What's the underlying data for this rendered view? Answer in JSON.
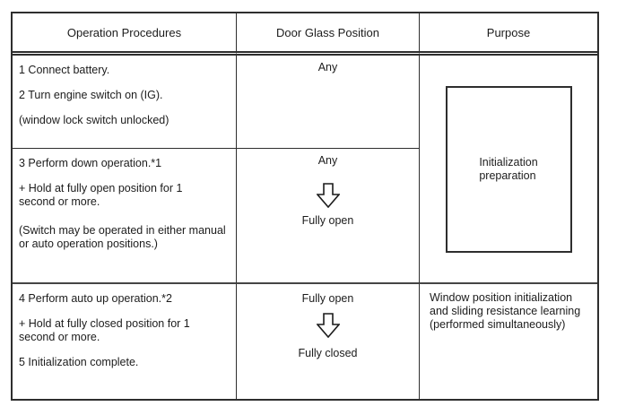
{
  "table": {
    "columns": [
      {
        "label": "Operation Procedures"
      },
      {
        "label": "Door Glass Position"
      },
      {
        "label": "Purpose"
      }
    ],
    "rows": {
      "steps_1_2": {
        "procedures": [
          "1 Connect battery.",
          "2 Turn engine switch on (IG).",
          "(window lock switch unlocked)"
        ],
        "door_glass": {
          "position": "Any"
        }
      },
      "step_3": {
        "procedures": [
          "3 Perform down operation.*1",
          "+ Hold at fully open position for 1\nsecond or more.",
          "(Switch may be operated in either manual\nor auto operation positions.)"
        ],
        "door_glass": {
          "from": "Any",
          "arrow_icon": "down-block-arrow",
          "to": "Fully open"
        }
      },
      "steps_4_5": {
        "procedures": [
          "4 Perform auto up operation.*2",
          "+ Hold at fully closed position for 1\nsecond or more.",
          "5 Initialization complete."
        ],
        "door_glass": {
          "from": "Fully open",
          "arrow_icon": "down-block-arrow",
          "to": "Fully closed"
        },
        "purpose": "Window position initialization\nand sliding resistance learning\n(performed simultaneously)"
      }
    },
    "merged_purpose": {
      "label": "Initialization\npreparation"
    },
    "colors": {
      "border": "#2e2e2e",
      "thick_divider": "#454545",
      "text": "#1c1c1c",
      "background": "#ffffff"
    }
  }
}
